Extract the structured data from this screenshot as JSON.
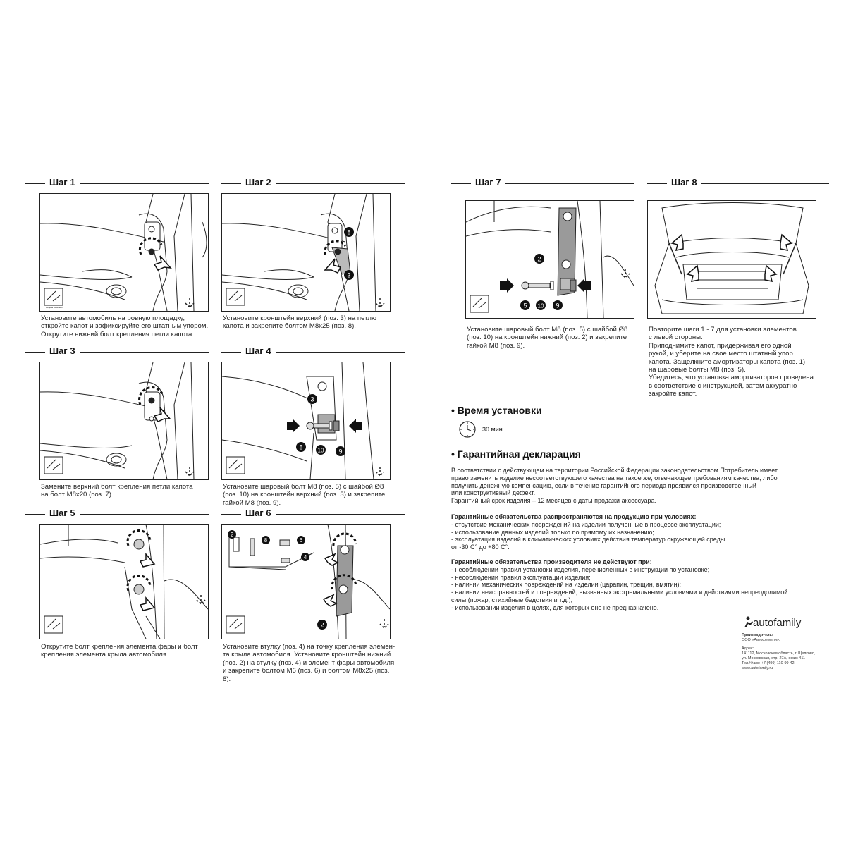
{
  "steps": [
    {
      "title": "Шаг 1",
      "caption": [
        "Установите автомобиль на ровную площадку,",
        "откройте капот и зафиксируйте его штатным упором.",
        "Открутите нижний болт крепления петли капота."
      ]
    },
    {
      "title": "Шаг 2",
      "caption": [
        "Установите кронштейн верхний (поз. 3) на петлю",
        "капота и закрепите болтом М8х25 (поз. 8)."
      ]
    },
    {
      "title": "Шаг 3",
      "caption": [
        "Замените верхний болт крепления петли капота",
        "на болт М8х20 (поз. 7)."
      ]
    },
    {
      "title": "Шаг 4",
      "caption": [
        "Установите шаровый болт М8 (поз. 5) с шайбой Ø8",
        "(поз. 10) на кронштейн верхний (поз. 3) и закрепите",
        "гайкой М8 (поз. 9)."
      ]
    },
    {
      "title": "Шаг 5",
      "caption": [
        "Открутите болт крепления элемента фары и болт",
        "крепления элемента крыла автомобиля."
      ]
    },
    {
      "title": "Шаг 6",
      "caption": [
        "Установите втулку (поз. 4) на точку крепления элемен-",
        "та крыла автомобиля. Установите кронштейн нижний",
        "(поз. 2) на втулку (поз. 4) и элемент фары автомобиля",
        "и закрепите болтом М6 (поз. 6) и болтом М8х25 (поз. 8)."
      ]
    },
    {
      "title": "Шаг 7",
      "caption": [
        "Установите шаровый болт М8 (поз. 5) с шайбой Ø8",
        "(поз. 10) на кронштейн нижний (поз. 2) и закрепите",
        "гайкой М8 (поз. 9)."
      ]
    },
    {
      "title": "Шаг 8",
      "caption": [
        "Повторите шаги 1 - 7 для установки элементов",
        "с левой стороны.",
        "Приподнимите капот, придерживая его одной",
        "рукой, и уберите на свое место штатный упор",
        "капота. Защелкните амортизаторы капота (поз. 1)",
        "на шаровые болты М8 (поз. 5).",
        "Убедитесь, что установка амортизаторов проведена",
        "в соответствие с инструкцией, затем аккуратно",
        "закройте капот."
      ]
    }
  ],
  "callouts": {
    "s2": [
      "8",
      "3"
    ],
    "s4": [
      "3",
      "5",
      "10",
      "9"
    ],
    "s6": [
      "2",
      "8",
      "6",
      "4",
      "2"
    ],
    "s7": [
      "2",
      "5",
      "10",
      "9"
    ]
  },
  "install_time": {
    "title": "• Время установки",
    "value": "30 мин"
  },
  "warranty": {
    "title": "• Гарантийная декларация",
    "paragraph": [
      "В соответствии с действующем на территории Российской Федерации законодательством Потребитель имеет",
      "право заменить изделие несоответствующего качества на такое же, отвечающее требованиям качества, либо",
      "получить денежную компенсацию, если в течение гарантийного периода проявился производственный",
      "или конструктивный дефект.",
      "Гарантийный срок изделия – 12 месяцев с даты продажи аксессуара."
    ],
    "apply_title": "Гарантийные обязательства распространяются на продукцию при условиях:",
    "apply_items": [
      "- отсутствие механических повреждений на изделии полученные в процессе эксплуатации;",
      "- использование данных изделий только по прямому их назначению;",
      "- эксплуатация изделий в климатических условиях действия температур окружающей среды",
      "от -30 С° до +80 С°."
    ],
    "not_apply_title": "Гарантийные обязательства производителя не действуют при:",
    "not_apply_items": [
      "- несоблюдении правил установки изделия, перечисленных в инструкции по установке;",
      "- несоблюдении правил эксплуатации изделия;",
      "- наличии механических повреждений на изделии (царапин, трещин, вмятин);",
      "- наличии неисправностей и повреждений, вызванных экстремальными условиями и действиями непреодолимой",
      "силы (пожар, стихийные бедствия и т.д.);",
      "- использовании изделия в целях, для которых оно не предназначено."
    ]
  },
  "brand": {
    "logo": "autofamily"
  },
  "manufacturer": {
    "label": "Производитель:",
    "name": "ООО «Автофемели».",
    "address_label": "Адрес:",
    "address": [
      "141112, Московская область, г. Щелково,",
      "ул. Московская, стр. 27А, офис 411",
      "Тел./Факс: +7 (499) 110-99-42",
      "www.autofamily.ru"
    ]
  },
  "colors": {
    "line": "#222222",
    "part_fill": "#9a9a9a",
    "background": "#ffffff"
  }
}
